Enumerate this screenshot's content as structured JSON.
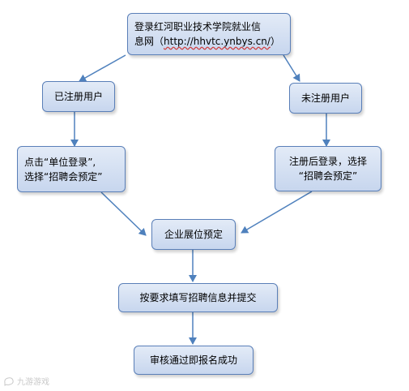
{
  "nodes": {
    "start_line1": "登录红河职业技术学院就业信",
    "start_line2_prefix": "息网（",
    "start_url": "http://hhvtc.ynbys.cn/",
    "start_line2_suffix": "）",
    "registered": "已注册用户",
    "unregistered": "未注册用户",
    "registered_step_line1": "点击“单位登录”,",
    "registered_step_line2": "选择“招聘会预定”",
    "unregistered_step_line1": "注册后登录，选择",
    "unregistered_step_line2": "“招聘会预定”",
    "booth": "企业展位预定",
    "fill": "按要求填写招聘信息并提交",
    "success": "审核通过即报名成功"
  },
  "watermark": "九游游戏",
  "colors": {
    "box_border": "#5a7fb8",
    "arrow": "#4f81bd"
  }
}
